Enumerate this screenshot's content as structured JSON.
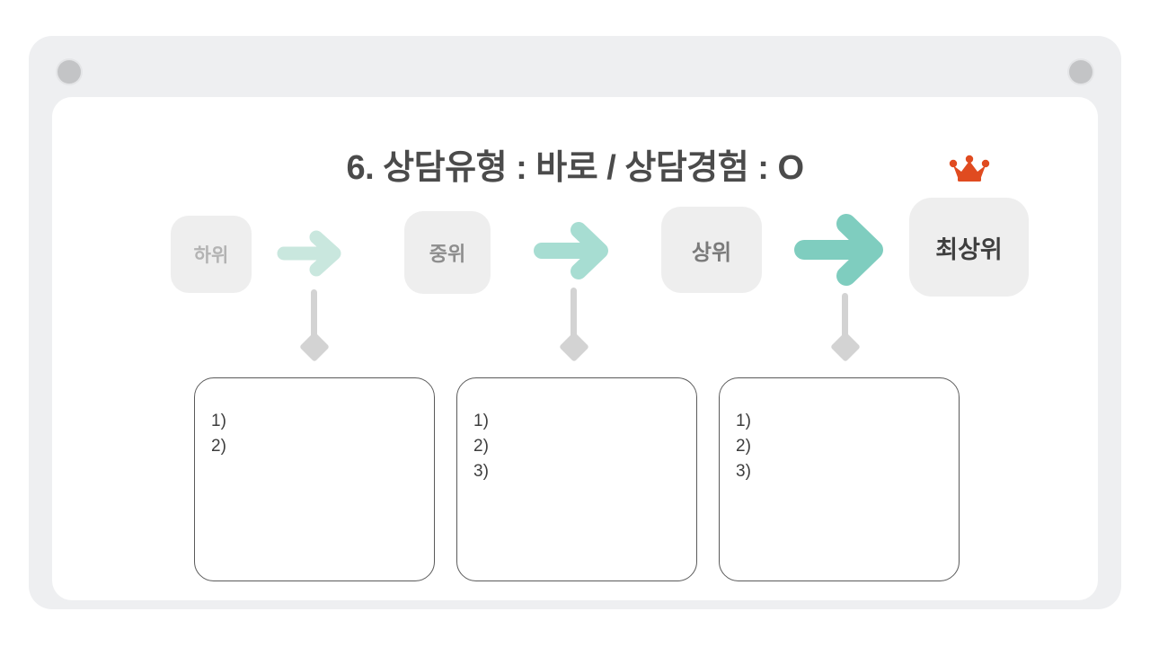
{
  "window": {
    "left_dot": "window-dot-left",
    "right_dot": "window-dot-right"
  },
  "slide": {
    "title": "6. 상담유형 : 바로 / 상담경험 : O",
    "title_color": "#4b4b4b"
  },
  "flow": {
    "stages": [
      {
        "label": "하위",
        "text_color": "#b3b3b3",
        "bg_color": "#eeeeee",
        "crowned": false
      },
      {
        "label": "중위",
        "text_color": "#8d8d8d",
        "bg_color": "#eeeeee",
        "crowned": false
      },
      {
        "label": "상위",
        "text_color": "#7a7a7a",
        "bg_color": "#eeeeee",
        "crowned": false
      },
      {
        "label": "최상위",
        "text_color": "#3f3f3f",
        "bg_color": "#eeeeee",
        "crowned": true
      }
    ],
    "arrows": [
      {
        "name": "arrow-하위-to-중위",
        "color": "#c9e7de"
      },
      {
        "name": "arrow-중위-to-상위",
        "color": "#a7ddd2"
      },
      {
        "name": "arrow-상위-to-최상위",
        "color": "#7fcdbf"
      }
    ],
    "crown": {
      "icon": "crown-icon",
      "color": "#e04b20"
    },
    "connector_color": "#d3d3d3"
  },
  "notes": [
    {
      "name": "note-card-1",
      "items": [
        "1)",
        "2)"
      ]
    },
    {
      "name": "note-card-2",
      "items": [
        "1)",
        "2)",
        "3)"
      ]
    },
    {
      "name": "note-card-3",
      "items": [
        "1)",
        "2)",
        "3)"
      ]
    }
  ]
}
